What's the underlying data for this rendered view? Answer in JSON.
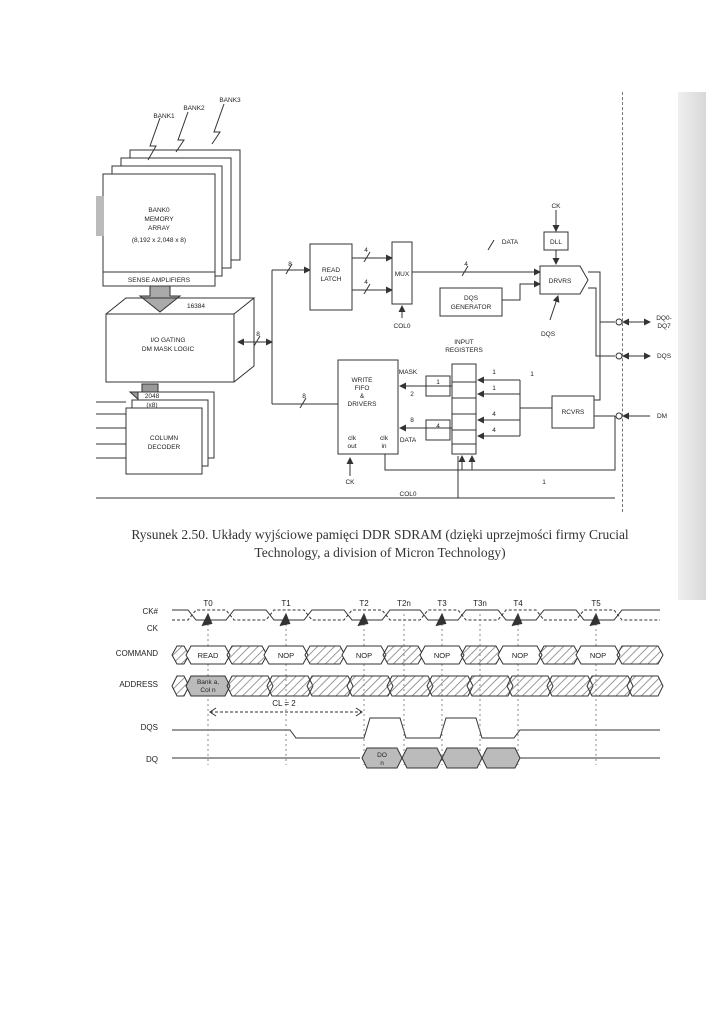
{
  "caption": {
    "line1": "Rysunek 2.50. Układy wyjściowe pamięci DDR SDRAM (dzięki uprzejmości firmy Crucial",
    "line2": "Technology, a division of Micron Technology)"
  },
  "block_diagram": {
    "bank_labels": [
      "BANK1",
      "BANK2",
      "BANK3"
    ],
    "memory_array": [
      "BANK0",
      "MEMORY",
      "ARRAY",
      "(8,192 x 2,048 x 8)"
    ],
    "sense_amplifiers": "SENSE AMPLIFIERS",
    "bus_16384": "16384",
    "io_gating": [
      "I/O GATING",
      "DM MASK LOGIC"
    ],
    "bus_2048": [
      "2048",
      "(x8)"
    ],
    "column_decoder": [
      "COLUMN",
      "DECODER"
    ],
    "read_latch": [
      "READ",
      "LATCH"
    ],
    "mux": "MUX",
    "col0": "COL0",
    "dqs_generator": [
      "DQS",
      "GENERATOR"
    ],
    "dll": "DLL",
    "ck": "CK",
    "drvrs": "DRVRS",
    "rcvrs": "RCVRS",
    "data": "DATA",
    "dqs": "DQS",
    "input_registers": [
      "INPUT",
      "REGISTERS"
    ],
    "write_fifo": [
      "WRITE",
      "FIFO",
      "&",
      "DRIVERS"
    ],
    "clk_out": [
      "clk",
      "out"
    ],
    "clk_in": [
      "clk",
      "in"
    ],
    "mask": "MASK",
    "bus_widths": {
      "eight": "8",
      "four": "4",
      "two": "2",
      "one": "1"
    },
    "pins": {
      "dq": [
        "DQ0-",
        "DQ7"
      ],
      "dqs": "DQS",
      "dm": "DM"
    }
  },
  "timing_diagram": {
    "clock_labels": [
      "T0",
      "T1",
      "T2",
      "T2n",
      "T3",
      "T3n",
      "T4",
      "T5"
    ],
    "signals": [
      "CK#",
      "CK",
      "COMMAND",
      "ADDRESS",
      "DQS",
      "DQ"
    ],
    "commands": [
      "READ",
      "NOP",
      "NOP",
      "NOP",
      "NOP",
      "NOP"
    ],
    "address": [
      "Bank a,",
      "Col n"
    ],
    "cl_label": "CL = 2",
    "dq_label": [
      "DO",
      "n"
    ]
  }
}
